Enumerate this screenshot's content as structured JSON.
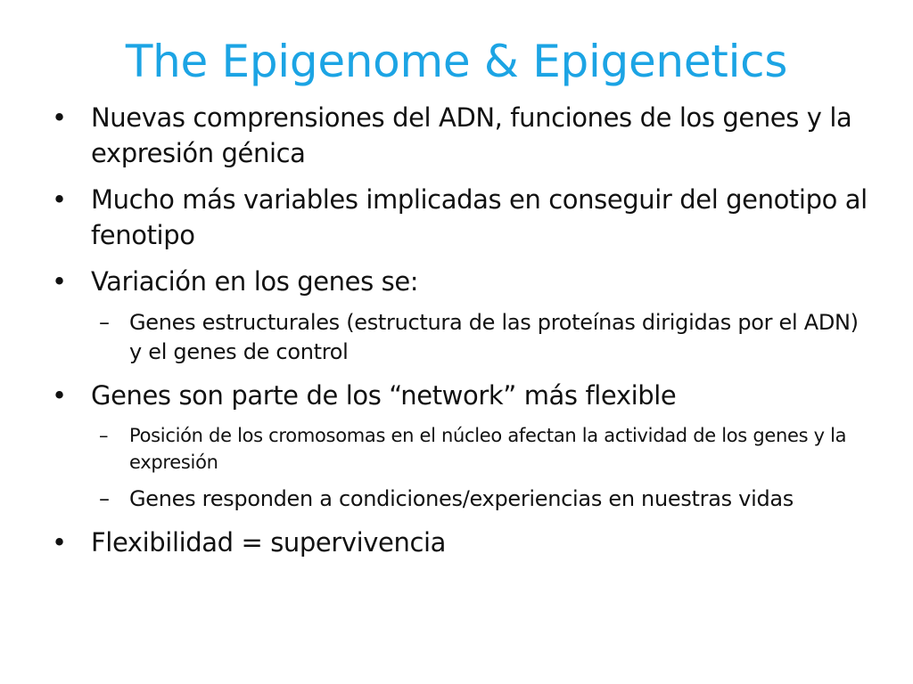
{
  "slide": {
    "title": "The Epigenome & Epigenetics",
    "bullet_glyph": "•",
    "sub_bullet_glyph": "–",
    "items": [
      {
        "level": 1,
        "text": "Nuevas comprensiones del ADN, funciones de los genes y la expresión génica"
      },
      {
        "level": 1,
        "text": "Mucho más variables implicadas en conseguir del genotipo al fenotipo"
      },
      {
        "level": 1,
        "text": "Variación en los genes se:"
      },
      {
        "level": 2,
        "text": "Genes estructurales (estructura de las proteínas dirigidas por el ADN) y el genes de control"
      },
      {
        "level": 1,
        "text": "Genes son parte de los “network” más flexible"
      },
      {
        "level": 2,
        "text": "Posición de los cromosomas en el núcleo afectan la actividad de los genes y la expresión"
      },
      {
        "level": 2,
        "text": "Genes responden a condiciones/experiencias en nuestras vidas"
      },
      {
        "level": 1,
        "text": "Flexibilidad = supervivencia"
      }
    ]
  },
  "colors": {
    "title": "#1ca4e4",
    "text": "#111111",
    "background": "#ffffff"
  }
}
